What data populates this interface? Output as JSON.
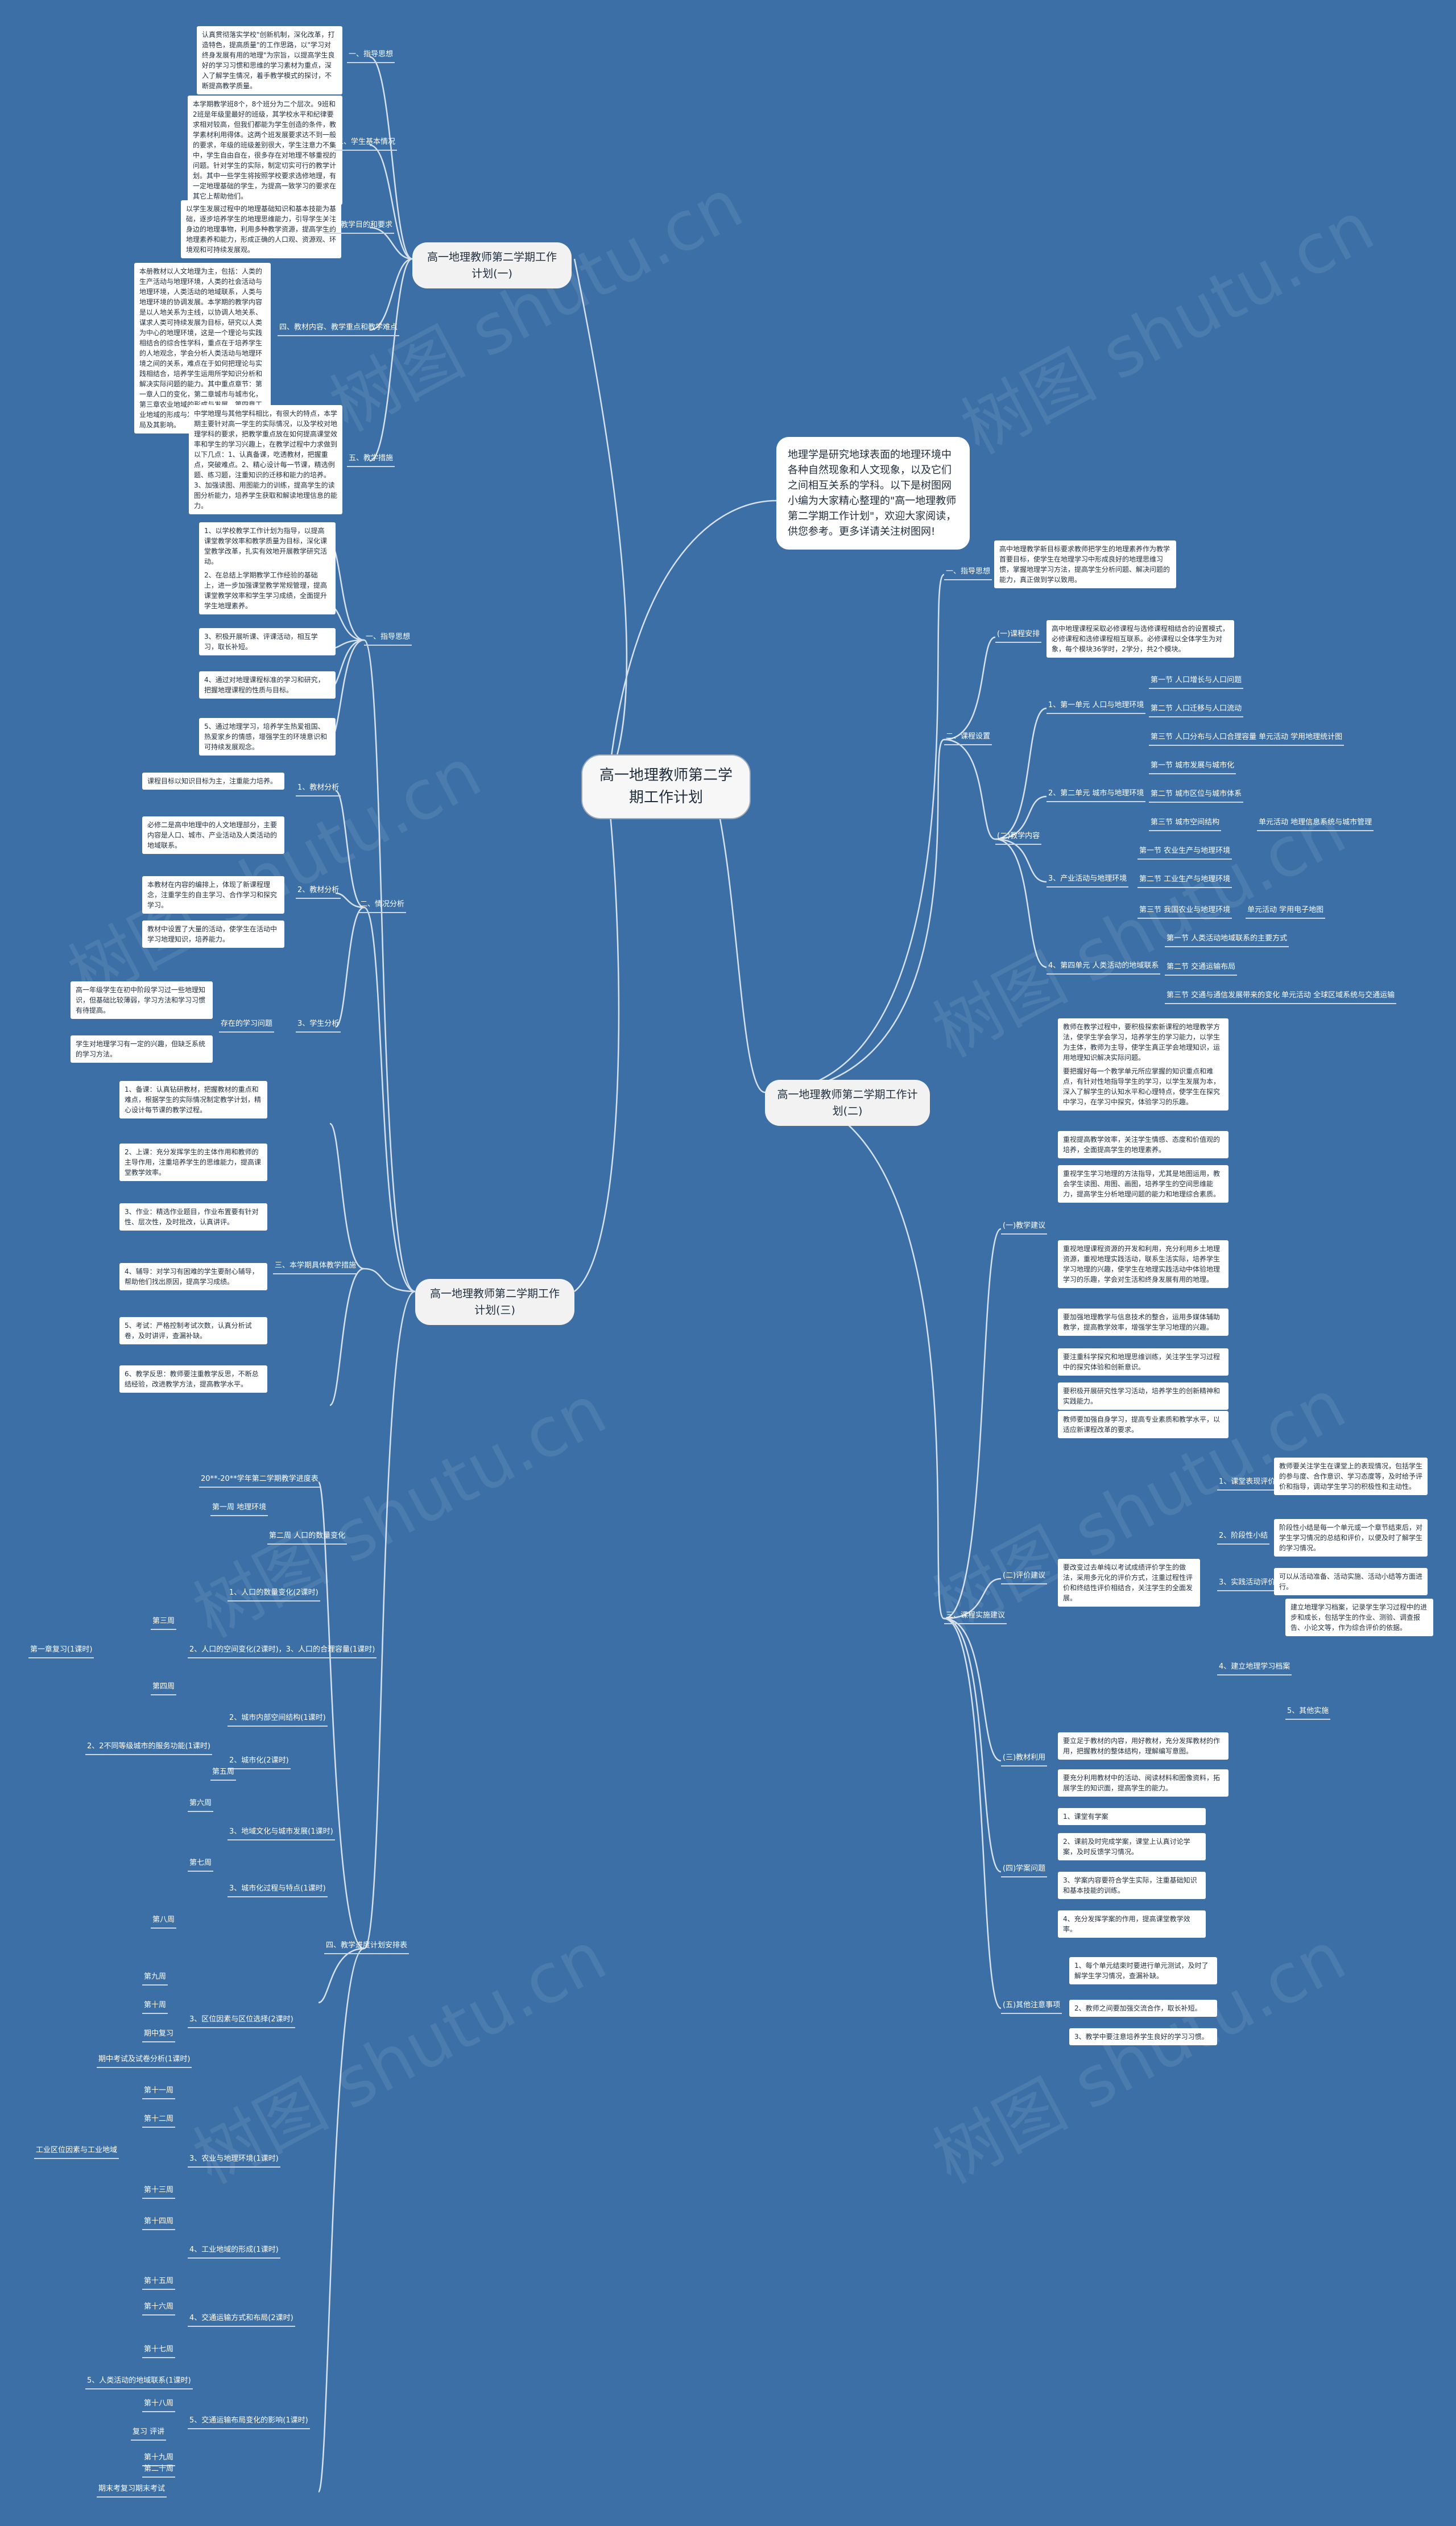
{
  "watermark": "树图 shutu.cn",
  "root": "高一地理教师第二学期工作计划",
  "intro": "地理学是研究地球表面的地理环境中各种自然现象和人文现象，以及它们之间相互关系的学科。以下是树图网小编为大家精心整理的\"高一地理教师第二学期工作计划\"，欢迎大家阅读，供您参考。更多详请关注树图网!",
  "plan1": {
    "title": "高一地理教师第二学期工作计划(一)",
    "items": [
      {
        "label": "一、指导思想",
        "text": "认真贯彻落实学校\"创新机制，深化改革，打造特色，提高质量\"的工作思路，以\"学习对终身发展有用的地理\"为宗旨，以提高学生良好的学习习惯和思维的学习素材为重点，深入了解学生情况，着手教学模式的探讨，不断提高教学质量。"
      },
      {
        "label": "二、学生基本情况",
        "text": "本学期教学班8个，8个班分为二个层次。9班和2班是年级里最好的班级，其学校水平和纪律要求相对较高，但我们都能为学生创造的条件，教学素材利用得体。这两个班发展要求达不到一般的要求，年级的班级差别很大，学生注意力不集中，学生自由自在，很多存在对地理不够重视的问题。针对学生的实际，制定切实可行的教学计划。其中一些学生将按照学校要求选修地理，有一定地理基础的学生，为提高一致学习的要求在其它上帮助他们。"
      },
      {
        "label": "三、教学目的和要求",
        "text": "以学生发展过程中的地理基础知识和基本技能为基础，逐步培养学生的地理思维能力，引导学生关注身边的地理事物，利用多种教学资源，提高学生的地理素养和能力，形成正确的人口观、资源观、环境观和可持续发展观。"
      },
      {
        "label": "四、教材内容、教学重点和教学难点",
        "text": "本册教材以人文地理为主，包括：人类的生产活动与地理环境，人类的社会活动与地理环境，人类活动的地域联系，人类与地理环境的协调发展。本学期的教学内容是以人地关系为主线，以协调人地关系、谋求人类可持续发展为目标，研究以人类为中心的地理环境，这是一个理论与实践相结合的综合性学科，重点在于培养学生的人地观念，学会分析人类活动与地理环境之间的关系，难点在于如何把理论与实践相结合，培养学生运用所学知识分析和解决实际问题的能力。其中重点章节：第一章人口的变化，第二章城市与城市化，第三章农业地域的形成与发展，第四章工业地域的形成与发展，第五章交通运输布局及其影响。"
      },
      {
        "label": "五、教学措施",
        "text": "中学地理与其他学科相比，有很大的特点，本学期主要针对高一学生的实际情况，以及学校对地理学科的要求，把教学重点放在如何提高课堂效率和学生的学习兴趣上，在教学过程中力求做到以下几点：1、认真备课，吃透教材，把握重点，突破难点。2、精心设计每一节课，精选例题、练习题，注重知识的迁移和能力的培养。3、加强读图、用图能力的训练，提高学生的读图分析能力，培养学生获取和解读地理信息的能力。"
      }
    ]
  },
  "plan2": {
    "title": "高一地理教师第二学期工作计划(二)",
    "guide_label": "一、指导思想",
    "guide_text": "高中地理教学新目标要求教师把学生的地理素养作为教学首要目标，使学生在地理学习中形成良好的地理思维习惯，掌握地理学习方法，提高学生分析问题、解决问题的能力，真正做到学以致用。",
    "course_label": "二、课程设置",
    "req_label": "(一)课程安排",
    "req_text": "高中地理课程采取必修课程与选修课程相结合的设置模式，必修课程和选修课程相互联系。必修课程以全体学生为对象，每个模块36学时，2学分，共2个模块。",
    "content_label": "(二)教学内容",
    "units": [
      {
        "label": "1、第一单元 人口与地理环境",
        "items": [
          "第一节 人口增长与人口问题",
          "第二节 人口迁移与人口流动",
          "第三节 人口分布与人口合理容量"
        ],
        "extra": "单元活动 学用地理统计图"
      },
      {
        "label": "2、第二单元 城市与地理环境",
        "items": [
          "第一节 城市发展与城市化",
          "第二节 城市区位与城市体系",
          "第三节 城市空间结构"
        ],
        "extra": "单元活动 地理信息系统与城市管理"
      },
      {
        "label": "3、产业活动与地理环境",
        "items": [
          "第一节 农业生产与地理环境",
          "第二节 工业生产与地理环境",
          "第三节 我国农业与地理环境"
        ],
        "extra": "单元活动 学用电子地图"
      },
      {
        "label": "4、第四单元 人类活动的地域联系",
        "items": [
          "第一节 人类活动地域联系的主要方式",
          "第二节 交通运输布局",
          "第三节 交通与通信发展带来的变化"
        ],
        "extra": "单元活动 全球区域系统与交通运输"
      }
    ],
    "impl_label": "三、课程实施建议",
    "teach_label": "(一)教学建议",
    "teach_items": [
      "教师在教学过程中，要积极探索新课程的地理教学方法，使学生学会学习，培养学生的学习能力，以学生为主体，教师为主导，使学生真正学会地理知识，运用地理知识解决实际问题。",
      "要把握好每一个教学单元所应掌握的知识重点和难点，有针对性地指导学生的学习，以学生发展为本，深入了解学生的认知水平和心理特点，使学生在探究中学习，在学习中探究，体验学习的乐趣。",
      "重视提高教学效率，关注学生情感、态度和价值观的培养，全面提高学生的地理素养。",
      "重视学生学习地理的方法指导，尤其是地图运用，教会学生读图、用图、画图，培养学生的空间思维能力，提高学生分析地理问题的能力和地理综合素质。",
      "重视地理课程资源的开发和利用，充分利用乡土地理资源，重视地理实践活动，联系生活实际，培养学生学习地理的兴趣，使学生在地理实践活动中体验地理学习的乐趣，学会对生活和终身发展有用的地理。",
      "要加强地理教学与信息技术的整合，运用多媒体辅助教学，提高教学效率，增强学生学习地理的兴趣。",
      "要注重科学探究和地理思维训练，关注学生学习过程中的探究体验和创新意识。",
      "要积极开展研究性学习活动，培养学生的创新精神和实践能力。",
      "教师要加强自身学习，提高专业素质和教学水平，以适应新课程改革的要求。"
    ],
    "eval_label": "(二)评价建议",
    "eval_text": "要改变过去单纯以考试成绩评价学生的做法，采用多元化的评价方式，注重过程性评价和终结性评价相结合，关注学生的全面发展。",
    "eval_items": [
      {
        "label": "1、课堂表现评价",
        "text": "教师要关注学生在课堂上的表现情况，包括学生的参与度、合作意识、学习态度等，及时给予评价和指导，调动学生学习的积极性和主动性。"
      },
      {
        "label": "2、阶段性小结",
        "text": "阶段性小结是每一个单元或一个章节结束后，对学生学习情况的总结和评价，以便及时了解学生的学习情况。"
      },
      {
        "label": "3、实践活动评价",
        "text": "可以从活动准备、活动实施、活动小结等方面进行。"
      },
      {
        "label": "4、建立地理学习档案",
        "text": "建立地理学习档案，记录学生学习过程中的进步和成长，包括学生的作业、测验、调查报告、小论文等，作为综合评价的依据。"
      }
    ],
    "eval_tail": "5、其他实施",
    "res_label": "(三)教材利用",
    "res_items": [
      "要立足于教材的内容，用好教材，充分发挥教材的作用，把握教材的整体结构，理解编写意图。",
      "要充分利用教材中的活动、阅读材料和图像资料，拓展学生的知识面，提高学生的能力。"
    ],
    "case_label": "(四)学案问题",
    "case_items": [
      "1、课堂有学案",
      "2、课前及时完成学案，课堂上认真讨论学案，及时反馈学习情况。",
      "3、学案内容要符合学生实际，注重基础知识和基本技能的训练。",
      "4、充分发挥学案的作用，提高课堂教学效率。"
    ],
    "other_label": "(五)其他注意事项",
    "other_items": [
      "1、每个单元结束时要进行单元测试，及时了解学生学习情况，查漏补缺。",
      "2、教师之间要加强交流合作，取长补短。",
      "3、教学中要注意培养学生良好的学习习惯。"
    ]
  },
  "plan3": {
    "title": "高一地理教师第二学期工作计划(三)",
    "guide_label": "一、指导思想",
    "guide_items": [
      "1、以学校教学工作计划为指导，以提高课堂教学效率和教学质量为目标，深化课堂教学改革，扎实有效地开展教学研究活动。",
      "2、在总结上学期教学工作经验的基础上，进一步加强课堂教学常规管理，提高课堂教学效率和学生学习成绩，全面提升学生地理素养。",
      "3、积极开展听课、评课活动，相互学习，取长补短。",
      "4、通过对地理课程标准的学习和研究，把握地理课程的性质与目标。",
      "5、通过地理学习，培养学生热爱祖国、热爱家乡的情感，增强学生的环境意识和可持续发展观念。"
    ],
    "sit_label": "二、情况分析",
    "sit_items": [
      {
        "label": "1、教材分析",
        "texts": [
          "课程目标以知识目标为主，注重能力培养。",
          "必修二是高中地理中的人文地理部分，主要内容是人口、城市、产业活动及人类活动的地域联系。"
        ]
      },
      {
        "label": "2、教材分析",
        "texts": [
          "本教材在内容的编排上，体现了新课程理念，注重学生的自主学习、合作学习和探究学习。",
          "教材中设置了大量的活动，使学生在活动中学习地理知识，培养能力。"
        ]
      },
      {
        "label": "3、学生分析",
        "texts": [
          "高一年级学生在初中阶段学习过一些地理知识，但基础比较薄弱，学习方法和学习习惯有待提高。",
          "学生对地理学习有一定的兴趣，但缺乏系统的学习方法。"
        ],
        "sub": "存在的学习问题"
      }
    ],
    "task_label": "三、本学期具体教学措施",
    "tasks": [
      "1、备课：认真钻研教材，把握教材的重点和难点，根据学生的实际情况制定教学计划，精心设计每节课的教学过程。",
      "2、上课：充分发挥学生的主体作用和教师的主导作用，注重培养学生的思维能力，提高课堂教学效率。",
      "3、作业：精选作业题目，作业布置要有针对性、层次性，及时批改，认真讲评。",
      "4、辅导：对学习有困难的学生要耐心辅导，帮助他们找出原因，提高学习成绩。",
      "5、考试：严格控制考试次数，认真分析试卷，及时讲评，查漏补缺。",
      "6、教学反思：教师要注重教学反思，不断总结经验，改进教学方法，提高教学水平。"
    ],
    "sched_label": "四、教学进度计划安排表",
    "sched_items": [
      "20**-20**学年第二学期教学进度表",
      "第一周 地理环境",
      "第二周 人口的数量变化",
      "1、人口的数量变化(2课时)",
      "2、人口的空间变化(2课时)，3、人口的合理容量(1课时)",
      "第一章复习(1课时)",
      "2、城市内部空间结构(1课时)",
      "2、2不同等级城市的服务功能(1课时)",
      "2、城市化(2课时)",
      "3、地域文化与城市发展(1课时)",
      "3、城市化过程与特点(1课时)",
      "期中复习",
      "期中考试及试卷分析(1课时)",
      "3、区位因素与区位选择(2课时)",
      "3、农业与地理环境(1课时)",
      "4、工业地域的形成(1课时)",
      "工业区位因素与工业地域",
      "4、交通运输方式和布局(2课时)",
      "5、交通运输布局变化的影响(1课时)",
      "5、人类活动的地域联系(1课时)",
      "复习 评讲",
      "期末考复习期末考试"
    ],
    "weeks": [
      "第三周",
      "第四周",
      "第五周",
      "第六周",
      "第七周",
      "第八周",
      "第九周",
      "第十周",
      "第十一周",
      "第十二周",
      "第十三周",
      "第十四周",
      "第十五周",
      "第十六周",
      "第十七周",
      "第十八周",
      "第十九周",
      "第二十周"
    ]
  }
}
